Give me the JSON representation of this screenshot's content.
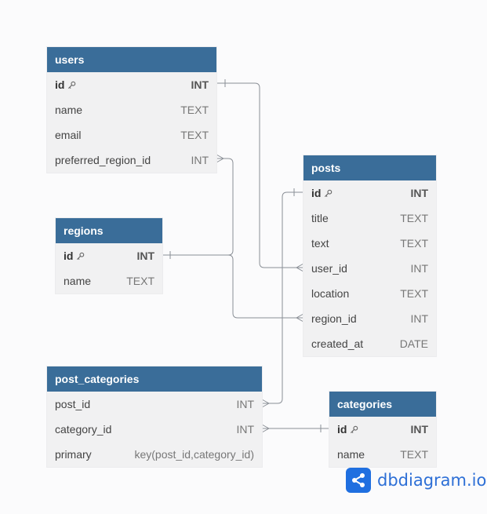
{
  "tables": {
    "users": {
      "name": "users",
      "rows": [
        {
          "name": "id",
          "type": "INT",
          "pk": true
        },
        {
          "name": "name",
          "type": "TEXT"
        },
        {
          "name": "email",
          "type": "TEXT"
        },
        {
          "name": "preferred_region_id",
          "type": "INT"
        }
      ]
    },
    "regions": {
      "name": "regions",
      "rows": [
        {
          "name": "id",
          "type": "INT",
          "pk": true
        },
        {
          "name": "name",
          "type": "TEXT"
        }
      ]
    },
    "posts": {
      "name": "posts",
      "rows": [
        {
          "name": "id",
          "type": "INT",
          "pk": true
        },
        {
          "name": "title",
          "type": "TEXT"
        },
        {
          "name": "text",
          "type": "TEXT"
        },
        {
          "name": "user_id",
          "type": "INT"
        },
        {
          "name": "location",
          "type": "TEXT"
        },
        {
          "name": "region_id",
          "type": "INT"
        },
        {
          "name": "created_at",
          "type": "DATE"
        }
      ]
    },
    "post_categories": {
      "name": "post_categories",
      "rows": [
        {
          "name": "post_id",
          "type": "INT"
        },
        {
          "name": "category_id",
          "type": "INT"
        },
        {
          "name": "primary",
          "type": "key(post_id,category_id)"
        }
      ]
    },
    "categories": {
      "name": "categories",
      "rows": [
        {
          "name": "id",
          "type": "INT",
          "pk": true
        },
        {
          "name": "name",
          "type": "TEXT"
        }
      ]
    }
  },
  "relations": [
    {
      "from": "users.id",
      "to": "posts.user_id",
      "cardinality": "one-to-many"
    },
    {
      "from": "regions.id",
      "to": "users.preferred_region_id",
      "cardinality": "one-to-many"
    },
    {
      "from": "regions.id",
      "to": "posts.region_id",
      "cardinality": "one-to-many"
    },
    {
      "from": "posts.id",
      "to": "post_categories.post_id",
      "cardinality": "one-to-many"
    },
    {
      "from": "categories.id",
      "to": "post_categories.category_id",
      "cardinality": "one-to-many"
    }
  ],
  "brand": {
    "text": "dbdiagram.io",
    "icon": "share-nodes-icon"
  },
  "colors": {
    "header": "#3a6d99",
    "row_bg": "#f1f1f2",
    "wire": "#8a8f96",
    "brand": "#1f6fe0"
  }
}
